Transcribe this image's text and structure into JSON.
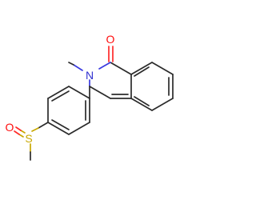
{
  "molecule": {
    "atoms": {
      "oxygen_carbonyl": "O",
      "nitrogen": "N",
      "sulfur": "S",
      "oxygen_sulfoxide": "O"
    },
    "colors": {
      "bond": "#2b2b2b",
      "oxygen": "#ff0d0d",
      "nitrogen": "#3030d0",
      "sulfur": "#c8a800"
    }
  }
}
